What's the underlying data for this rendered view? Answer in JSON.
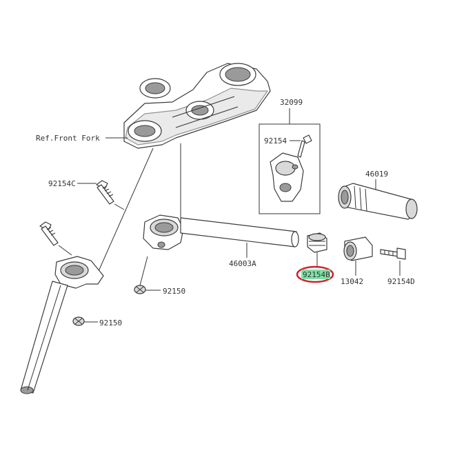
{
  "labels": {
    "front_fork_ref": "Ref.Front Fork",
    "part_32099": "32099",
    "part_92154_upper": "92154",
    "part_46019": "46019",
    "part_92154c": "92154C",
    "part_46003a": "46003A",
    "part_92154b": "92154B",
    "part_13042": "13042",
    "part_92154d": "92154D",
    "part_92150_upper": "92150",
    "part_92150_lower": "92150"
  },
  "colors": {
    "highlight_fill": "#7fe0a8",
    "highlight_ring": "#d0202a",
    "line": "#333333"
  },
  "highlighted_part": "92154B"
}
